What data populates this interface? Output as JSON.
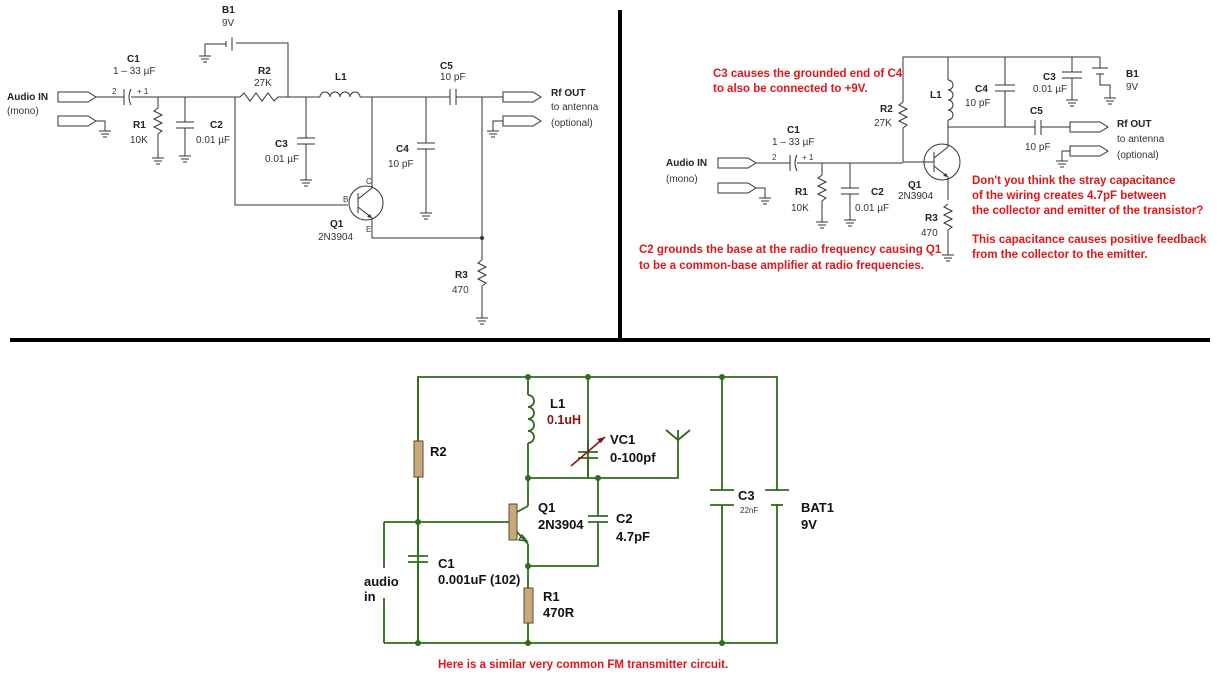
{
  "left_schematic": {
    "b1": {
      "name": "B1",
      "value": "9V"
    },
    "c1": {
      "name": "C1",
      "value": "1 – 33 µF",
      "pin2": "2",
      "pin1": "+ 1"
    },
    "r2": {
      "name": "R2",
      "value": "27K"
    },
    "l1": {
      "name": "L1"
    },
    "c5": {
      "name": "C5",
      "value": "10 pF"
    },
    "rf_out": {
      "title": "Rf OUT",
      "line1": "to antenna",
      "line2": "(optional)"
    },
    "audio_in": {
      "title": "Audio IN",
      "sub": "(mono)"
    },
    "r1": {
      "name": "R1",
      "value": "10K"
    },
    "c2": {
      "name": "C2",
      "value": "0.01 µF"
    },
    "c3": {
      "name": "C3",
      "value": "0.01 µF"
    },
    "c4": {
      "name": "C4",
      "value": "10 pF"
    },
    "q1": {
      "name": "Q1",
      "value": "2N3904",
      "pin_c": "C",
      "pin_b": "B",
      "pin_e": "E"
    },
    "r3": {
      "name": "R3",
      "value": "470"
    }
  },
  "right_schematic": {
    "note_c3": [
      "C3 causes the grounded end of C4",
      "to also be connected to +9V."
    ],
    "note_c2": [
      "C2 grounds the base at the radio frequency causing Q1",
      "to be a common-base amplifier at radio frequencies."
    ],
    "note_stray": [
      "Don't you think the stray capacitance",
      "of the wiring creates 4.7pF between",
      "the collector and emitter of the transistor?"
    ],
    "note_feedback": [
      "This capacitance causes positive feedback",
      "from the collector to the emitter."
    ],
    "b1": {
      "name": "B1",
      "value": "9V"
    },
    "c3": {
      "name": "C3",
      "value": "0.01 µF"
    },
    "c4": {
      "name": "C4",
      "value": "10 pF"
    },
    "l1": {
      "name": "L1"
    },
    "r2": {
      "name": "R2",
      "value": "27K"
    },
    "c5": {
      "name": "C5",
      "value": "10 pF"
    },
    "rf_out": {
      "title": "Rf OUT",
      "line1": "to antenna",
      "line2": "(optional)"
    },
    "c1": {
      "name": "C1",
      "value": "1 – 33 µF",
      "pin2": "2",
      "pin1": "+ 1"
    },
    "audio_in": {
      "title": "Audio IN",
      "sub": "(mono)"
    },
    "r1": {
      "name": "R1",
      "value": "10K"
    },
    "c2": {
      "name": "C2",
      "value": "0.01 µF"
    },
    "q1": {
      "name": "Q1",
      "value": "2N3904"
    },
    "r3": {
      "name": "R3",
      "value": "470"
    }
  },
  "bottom_schematic": {
    "l1": {
      "name": "L1",
      "value": "0.1uH"
    },
    "vc1": {
      "name": "VC1",
      "value": "0-100pf"
    },
    "r2": {
      "name": "R2"
    },
    "q1": {
      "name": "Q1",
      "value": "2N3904"
    },
    "c2": {
      "name": "C2",
      "value": "4.7pF"
    },
    "c3": {
      "name": "C3",
      "value": "22nF"
    },
    "bat1": {
      "name": "BAT1",
      "value": "9V"
    },
    "c1": {
      "name": "C1",
      "value": "0.001uF (102)"
    },
    "audio_in": [
      "audio",
      "in"
    ],
    "r1": {
      "name": "R1",
      "value": "470R"
    },
    "caption": "Here is a similar very common FM transmitter circuit."
  },
  "colors": {
    "wire": "#333333",
    "green_wire": "#2e6b1a",
    "note_red": "#e0161b",
    "value_red": "#8b1010",
    "resistor_fill": "#c9a97a"
  }
}
